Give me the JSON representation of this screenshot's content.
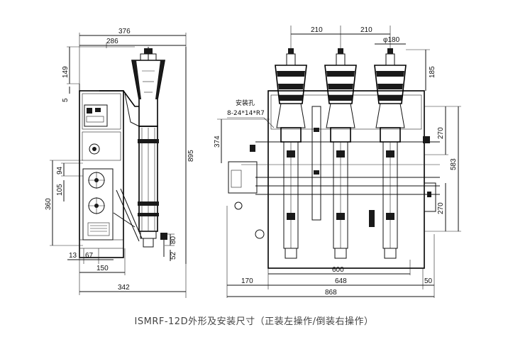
{
  "caption": "ISMRF-12D外形及安装尺寸（正装左操作/倒装右操作）",
  "side_view": {
    "dim_top_overall": "376",
    "dim_top_inner": "286",
    "dim_149": "149",
    "dim_5": "5",
    "dim_895": "895",
    "dim_94": "94",
    "dim_105": "105",
    "dim_360": "360",
    "dim_13": "13",
    "dim_67": "67",
    "dim_150": "150",
    "dim_80": "80",
    "dim_52": "52",
    "dim_342": "342"
  },
  "front_view": {
    "dim_pitch_1": "210",
    "dim_pitch_2": "210",
    "dim_phi": "φ180",
    "dim_185": "185",
    "hole_label": "安装孔",
    "hole_spec": "8-24*14*R7",
    "dim_374": "374",
    "dim_270_top": "270",
    "dim_583": "583",
    "dim_270_bottom": "270",
    "dim_600": "600",
    "dim_170": "170",
    "dim_648": "648",
    "dim_50": "50",
    "dim_868": "868"
  }
}
